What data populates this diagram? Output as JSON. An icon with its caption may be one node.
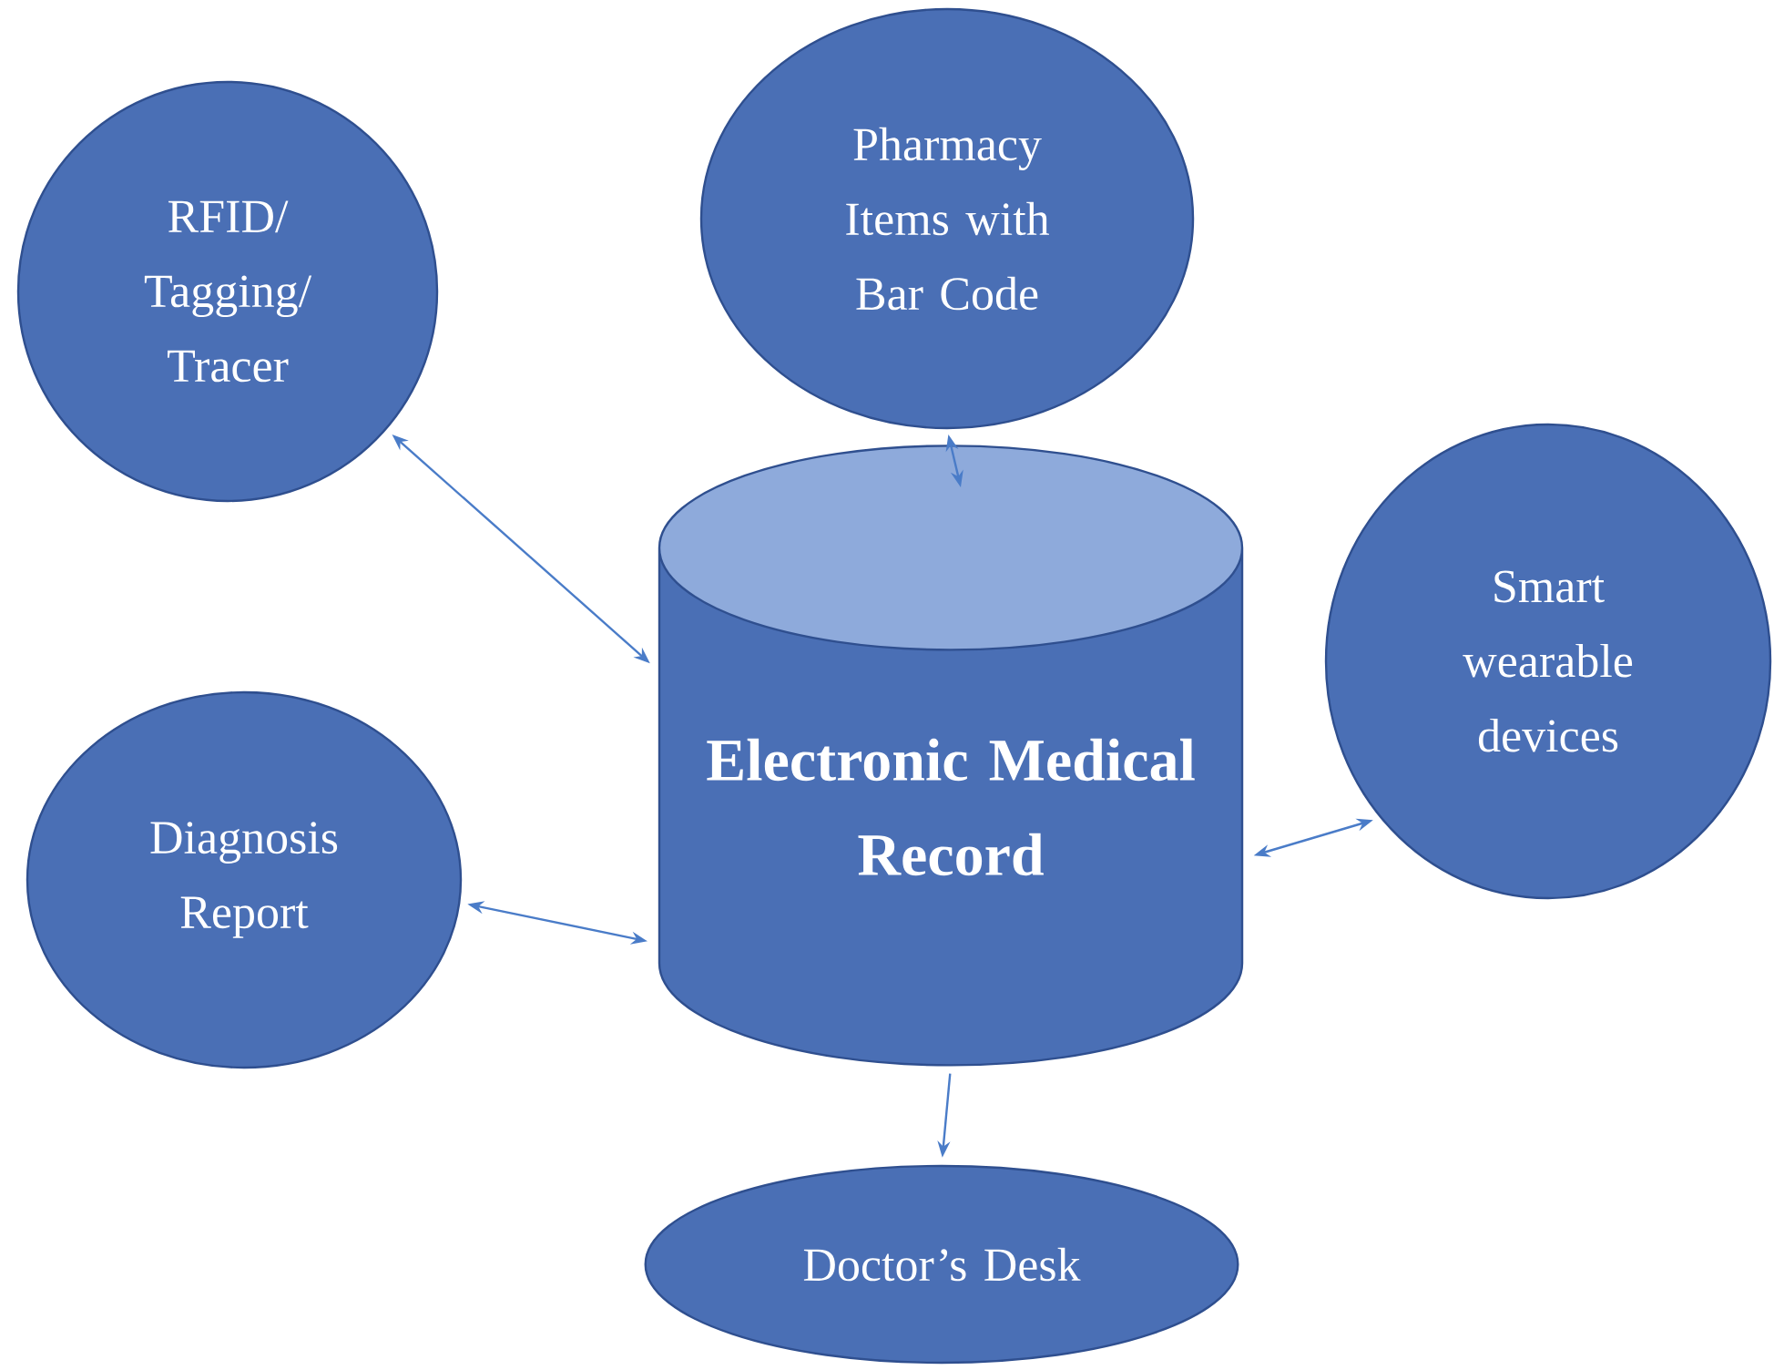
{
  "diagram": {
    "nodes": [
      {
        "text": [
          "RFID/ Tagging/ Tracer"
        ]
      },
      {
        "text": [
          "Pharmacy Items with Bar Code"
        ]
      },
      {
        "text": [
          "Smart wearable devices"
        ]
      },
      {
        "text": [
          "Electronic Medical Record"
        ]
      },
      {
        "text": [
          "Diagnosis Report"
        ]
      },
      {
        "text": [
          "Doctor’s Desk"
        ]
      }
    ],
    "edges": [
      {
        "from": 0,
        "to": 3,
        "arrow": "both"
      },
      {
        "from": 1,
        "to": 3,
        "arrow": "both"
      },
      {
        "from": 2,
        "to": 3,
        "arrow": "both"
      },
      {
        "from": 4,
        "to": 3,
        "arrow": "both"
      },
      {
        "from": 3,
        "to": 5,
        "arrow": "to"
      }
    ]
  }
}
